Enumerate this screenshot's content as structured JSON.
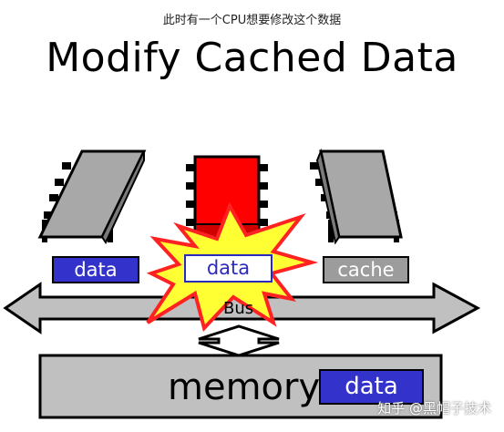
{
  "caption": "此时有一个CPU想要修改这个数据",
  "title": "Modify Cached Data",
  "labels": {
    "left": "data",
    "middle": "data",
    "right": "cache"
  },
  "bus": "Bus",
  "memory": {
    "label": "memory",
    "data": "data"
  },
  "watermark": "知乎 @黑帽子技术",
  "colors": {
    "chip_gray": "#a8a8a8",
    "chip_red": "#ff0000",
    "cache_blue": "#3333cc",
    "cache_gray": "#9c9c9c",
    "burst_yellow": "#ffff33",
    "burst_red": "#ff2222",
    "bus_gray": "#c0c0c0"
  }
}
